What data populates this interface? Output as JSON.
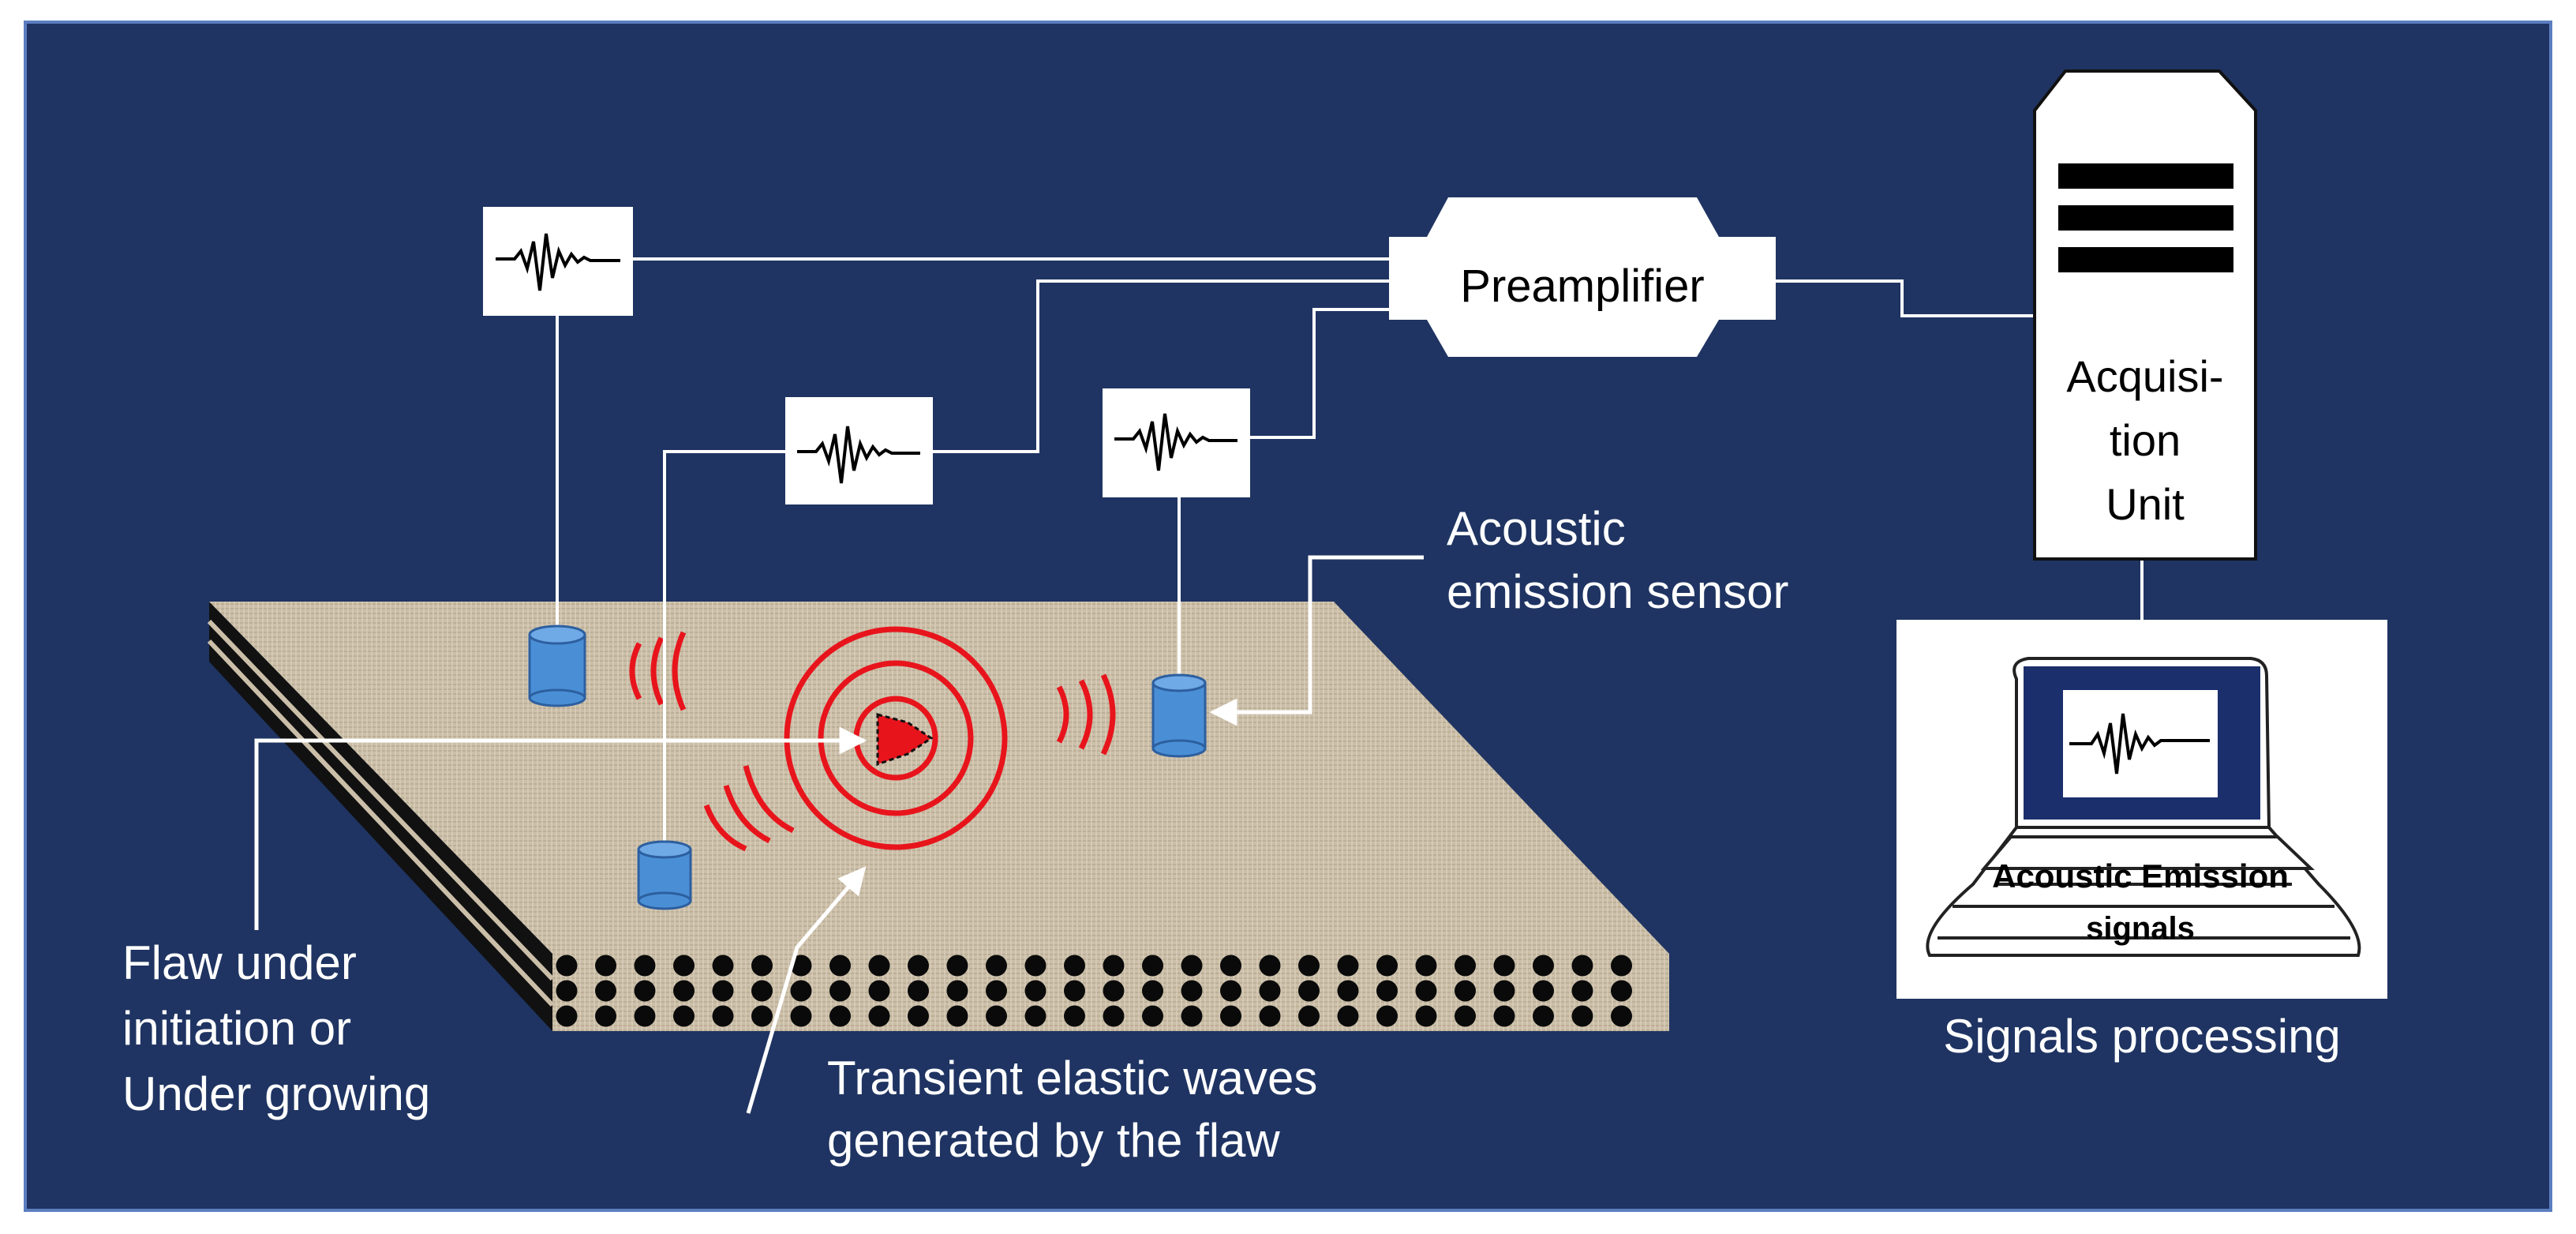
{
  "labels": {
    "preamplifier": "Preamplifier",
    "acquisition_unit": [
      "Acquisi-",
      "tion",
      "Unit"
    ],
    "acoustic_emission_sensor": [
      "Acoustic",
      "emission sensor"
    ],
    "flaw": [
      "Flaw under",
      "initiation or",
      "Under growing"
    ],
    "transient_waves": [
      "Transient elastic waves",
      "generated by the flaw"
    ],
    "laptop_screen_text": [
      "Acoustic Emission",
      "signals"
    ],
    "signals_processing": "Signals processing"
  },
  "colors": {
    "background": "#1f3462",
    "frame": "#ffffff",
    "plate": "#cbbfa9",
    "sensor": "#4a8fd6",
    "wave": "#e8141c",
    "flaw": "#e8141c"
  },
  "icons": [
    "waveform-icon",
    "sensor-icon",
    "laptop-icon",
    "server-tower-icon"
  ]
}
